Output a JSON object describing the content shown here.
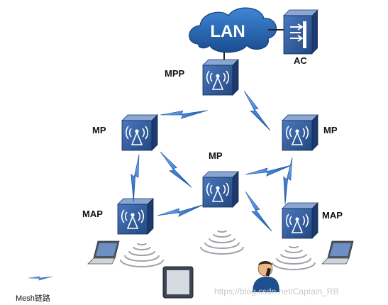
{
  "lan": {
    "label": "LAN"
  },
  "ac": {
    "label": "AC"
  },
  "nodes": {
    "mpp": "MPP",
    "mp_left": "MP",
    "mp_right": "MP",
    "mp_center": "MP",
    "map_left": "MAP",
    "map_right": "MAP"
  },
  "legend": {
    "label": "Mesh链路"
  },
  "watermark": "https://blog.csdn.net/Captain_RB",
  "colors": {
    "cloud": "#2b6cb0",
    "cloud_dark": "#163f73",
    "ap_face": "#2f5a9e",
    "ap_side": "#1c3a6e",
    "ap_top": "#7f9ccc",
    "lightning": "#3c7fd0",
    "signal": "#9aa0a6"
  },
  "icons": [
    "cloud-icon",
    "ac-controller-icon",
    "access-point-icon",
    "mesh-link-icon",
    "laptop-icon",
    "tablet-icon",
    "phone-user-icon",
    "wireless-signal-icon"
  ]
}
